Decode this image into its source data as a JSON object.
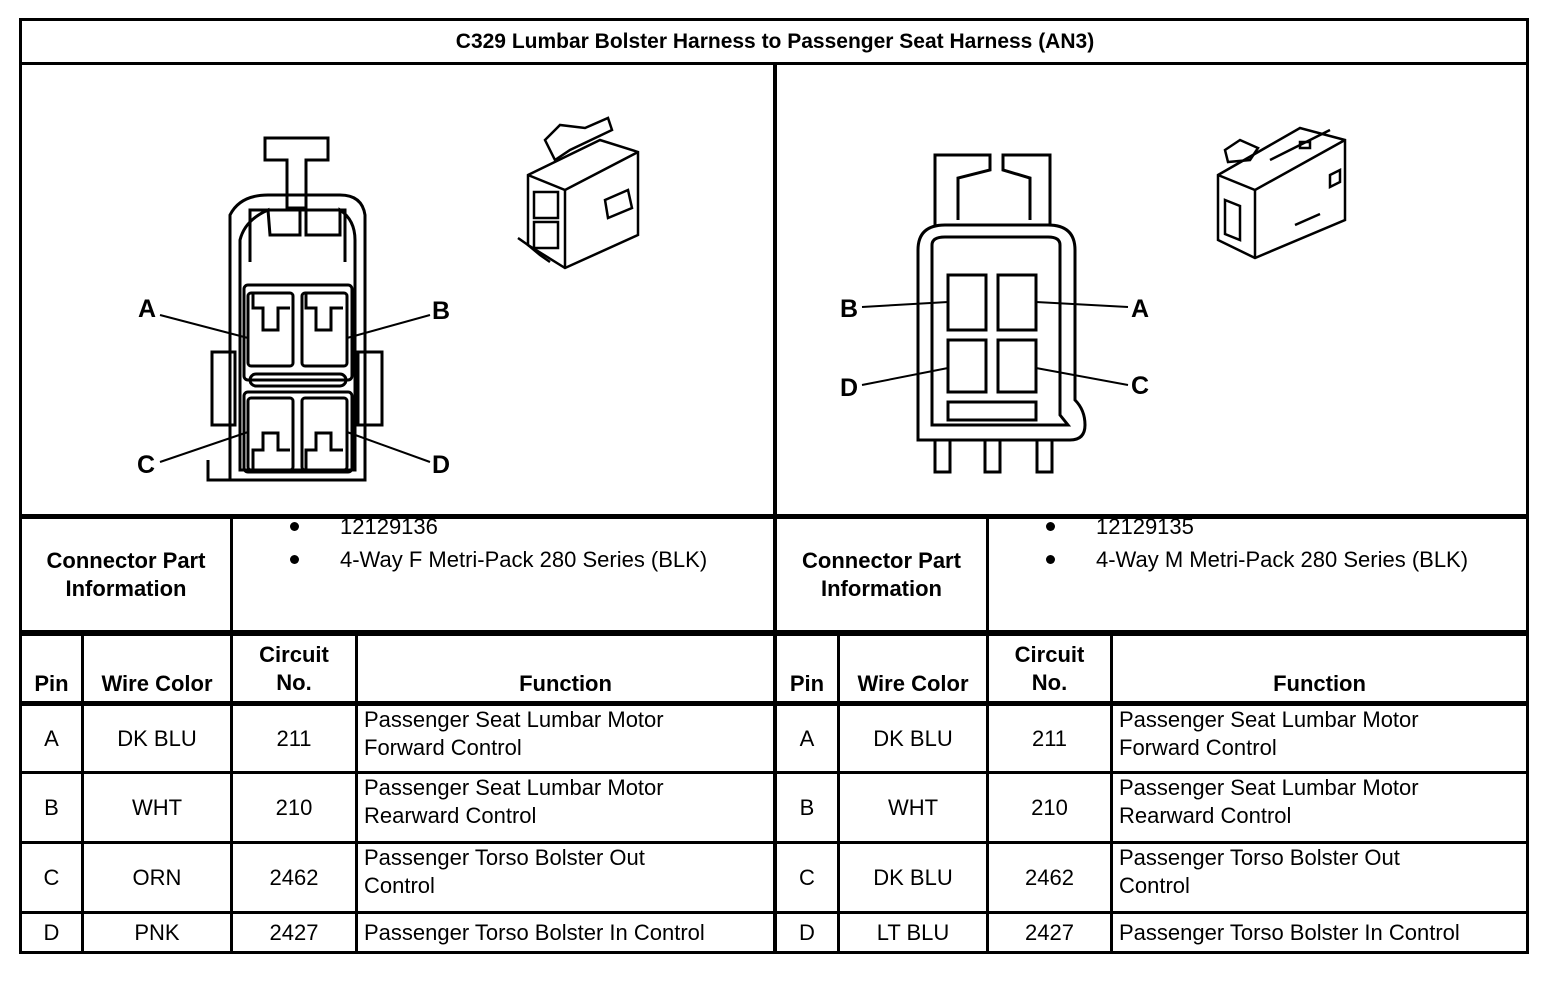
{
  "title": "C329 Lumbar Bolster Harness to Passenger Seat Harness (AN3)",
  "connectors": [
    {
      "pin_labels": [
        "A",
        "B",
        "C",
        "D"
      ],
      "info_label_1": "Connector Part",
      "info_label_2": "Information",
      "part_info": [
        "12129136",
        "4-Way F Metri-Pack 280 Series (BLK)"
      ],
      "headers": {
        "pin": "Pin",
        "wire_color": "Wire Color",
        "circuit_1": "Circuit",
        "circuit_2": "No.",
        "function": "Function"
      },
      "rows": [
        {
          "pin": "A",
          "wire_color": "DK BLU",
          "circuit": "211",
          "function_1": "Passenger Seat Lumbar Motor",
          "function_2": "Forward Control"
        },
        {
          "pin": "B",
          "wire_color": "WHT",
          "circuit": "210",
          "function_1": "Passenger Seat Lumbar Motor",
          "function_2": "Rearward Control"
        },
        {
          "pin": "C",
          "wire_color": "ORN",
          "circuit": "2462",
          "function_1": "Passenger Torso Bolster Out",
          "function_2": "Control"
        },
        {
          "pin": "D",
          "wire_color": "PNK",
          "circuit": "2427",
          "function_1": "Passenger Torso Bolster In Control",
          "function_2": ""
        }
      ]
    },
    {
      "pin_labels": [
        "A",
        "B",
        "C",
        "D"
      ],
      "info_label_1": "Connector Part",
      "info_label_2": "Information",
      "part_info": [
        "12129135",
        "4-Way M Metri-Pack 280 Series (BLK)"
      ],
      "headers": {
        "pin": "Pin",
        "wire_color": "Wire Color",
        "circuit_1": "Circuit",
        "circuit_2": "No.",
        "function": "Function"
      },
      "rows": [
        {
          "pin": "A",
          "wire_color": "DK BLU",
          "circuit": "211",
          "function_1": "Passenger Seat Lumbar Motor",
          "function_2": "Forward Control"
        },
        {
          "pin": "B",
          "wire_color": "WHT",
          "circuit": "210",
          "function_1": "Passenger Seat Lumbar Motor",
          "function_2": "Rearward Control"
        },
        {
          "pin": "C",
          "wire_color": "DK BLU",
          "circuit": "2462",
          "function_1": "Passenger Torso Bolster Out",
          "function_2": "Control"
        },
        {
          "pin": "D",
          "wire_color": "LT BLU",
          "circuit": "2427",
          "function_1": "Passenger Torso Bolster In Control",
          "function_2": ""
        }
      ]
    }
  ]
}
